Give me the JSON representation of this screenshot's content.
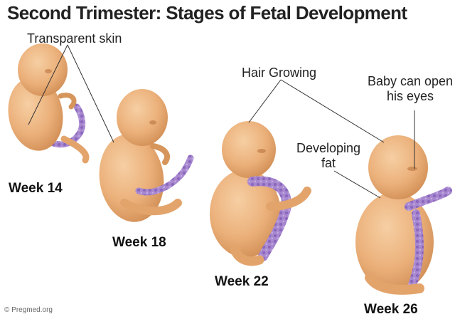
{
  "title": "Second Trimester: Stages of Fetal Development",
  "callouts": {
    "transparent_skin": "Transparent skin",
    "hair_growing": "Hair Growing",
    "open_eyes_line1": "Baby can open",
    "open_eyes_line2": "his eyes",
    "developing_fat_line1": "Developing",
    "developing_fat_line2": "fat"
  },
  "stages": [
    {
      "label": "Week 14"
    },
    {
      "label": "Week 18"
    },
    {
      "label": "Week 22"
    },
    {
      "label": "Week 26"
    }
  ],
  "credit": "© Pregmed.org",
  "colors": {
    "skin": "#ecb27c",
    "skin_shadow": "#cf8a4f",
    "cord": "#9d7bc9",
    "cord_dark": "#7a55ad",
    "text": "#222222"
  }
}
